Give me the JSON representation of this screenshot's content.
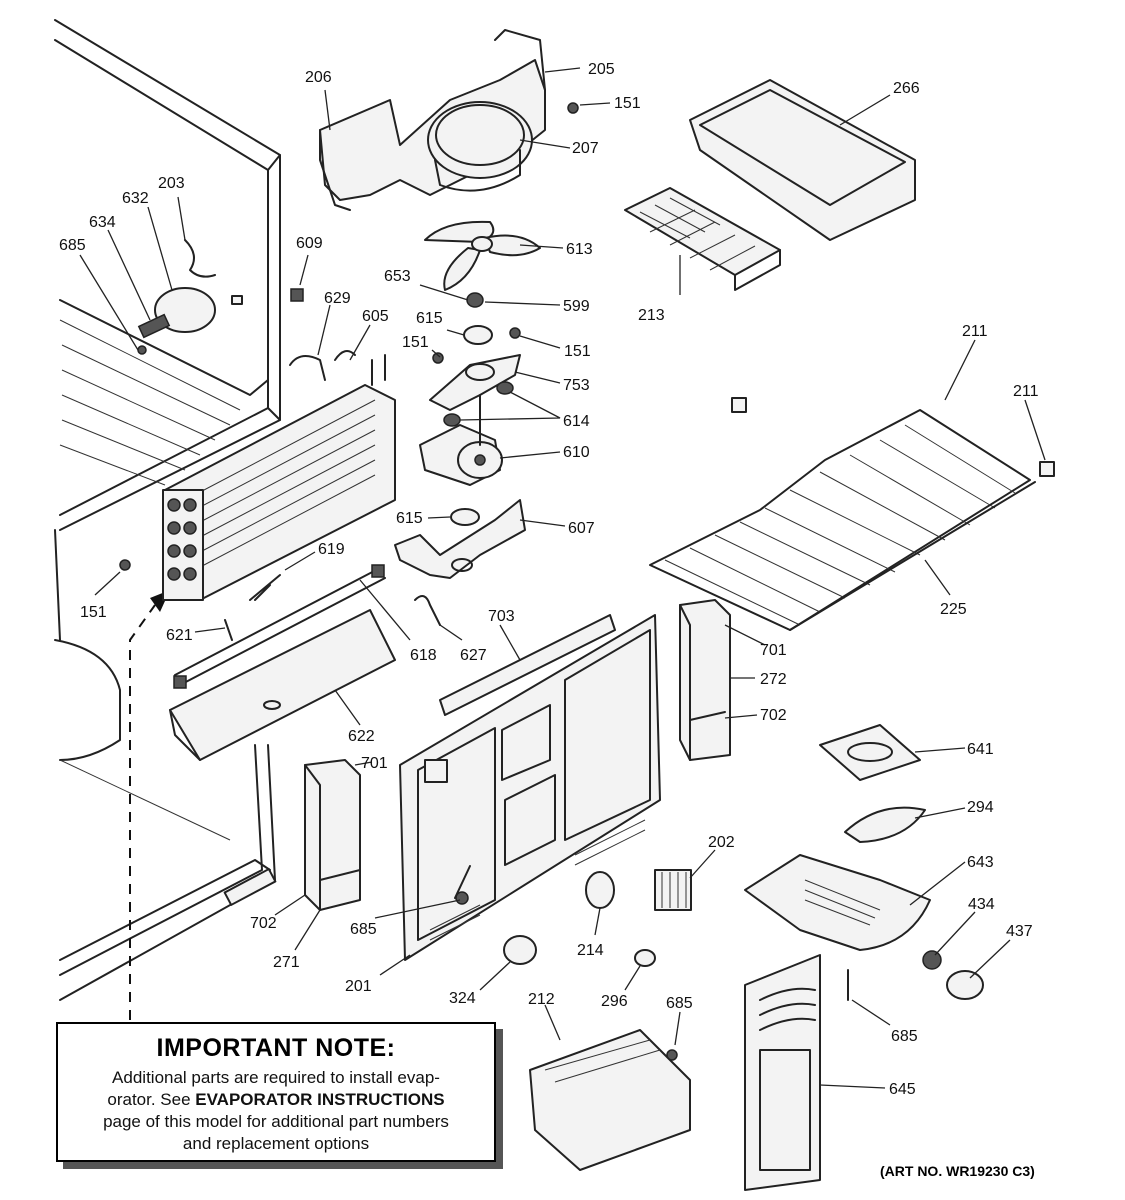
{
  "callouts": [
    {
      "id": "205",
      "text": "205"
    },
    {
      "id": "206",
      "text": "206"
    },
    {
      "id": "151a",
      "text": "151"
    },
    {
      "id": "207",
      "text": "207"
    },
    {
      "id": "266",
      "text": "266"
    },
    {
      "id": "203",
      "text": "203"
    },
    {
      "id": "632",
      "text": "632"
    },
    {
      "id": "634",
      "text": "634"
    },
    {
      "id": "685a",
      "text": "685"
    },
    {
      "id": "609",
      "text": "609"
    },
    {
      "id": "613",
      "text": "613"
    },
    {
      "id": "653",
      "text": "653"
    },
    {
      "id": "599",
      "text": "599"
    },
    {
      "id": "213",
      "text": "213"
    },
    {
      "id": "629",
      "text": "629"
    },
    {
      "id": "605",
      "text": "605"
    },
    {
      "id": "615a",
      "text": "615"
    },
    {
      "id": "151b",
      "text": "151"
    },
    {
      "id": "151c",
      "text": "151"
    },
    {
      "id": "753",
      "text": "753"
    },
    {
      "id": "211a",
      "text": "211"
    },
    {
      "id": "211b",
      "text": "211"
    },
    {
      "id": "614",
      "text": "614"
    },
    {
      "id": "610",
      "text": "610"
    },
    {
      "id": "615b",
      "text": "615"
    },
    {
      "id": "607",
      "text": "607"
    },
    {
      "id": "619",
      "text": "619"
    },
    {
      "id": "151d",
      "text": "151"
    },
    {
      "id": "621",
      "text": "621"
    },
    {
      "id": "618",
      "text": "618"
    },
    {
      "id": "627",
      "text": "627"
    },
    {
      "id": "703",
      "text": "703"
    },
    {
      "id": "225",
      "text": "225"
    },
    {
      "id": "701a",
      "text": "701"
    },
    {
      "id": "272",
      "text": "272"
    },
    {
      "id": "702a",
      "text": "702"
    },
    {
      "id": "622",
      "text": "622"
    },
    {
      "id": "701b",
      "text": "701"
    },
    {
      "id": "641",
      "text": "641"
    },
    {
      "id": "294",
      "text": "294"
    },
    {
      "id": "202",
      "text": "202"
    },
    {
      "id": "643",
      "text": "643"
    },
    {
      "id": "702b",
      "text": "702"
    },
    {
      "id": "685b",
      "text": "685"
    },
    {
      "id": "434",
      "text": "434"
    },
    {
      "id": "437",
      "text": "437"
    },
    {
      "id": "214",
      "text": "214"
    },
    {
      "id": "271",
      "text": "271"
    },
    {
      "id": "201",
      "text": "201"
    },
    {
      "id": "324",
      "text": "324"
    },
    {
      "id": "296",
      "text": "296"
    },
    {
      "id": "212",
      "text": "212"
    },
    {
      "id": "685c",
      "text": "685"
    },
    {
      "id": "685d",
      "text": "685"
    },
    {
      "id": "645",
      "text": "645"
    }
  ],
  "note": {
    "title": "IMPORTANT NOTE:",
    "line1": "Additional parts are required to install evap-",
    "line2_prefix": "orator.  See ",
    "line2_bold": "EVAPORATOR INSTRUCTIONS",
    "line3": "page of this model for additional part numbers",
    "line4": "and replacement options"
  },
  "art_number": "(ART NO. WR19230 C3)"
}
